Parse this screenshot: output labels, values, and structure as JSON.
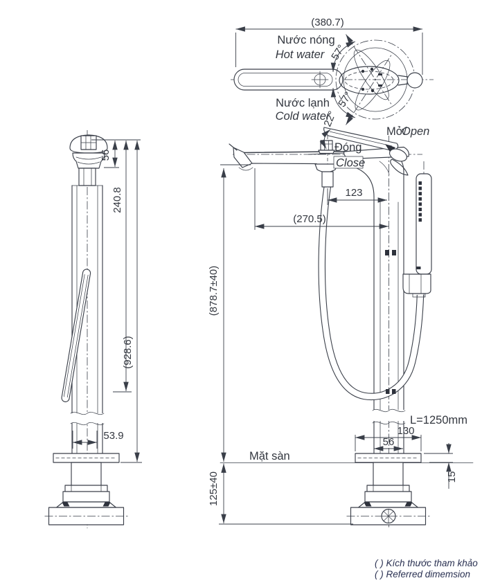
{
  "top_view": {
    "dim_width": "(380.7)",
    "hot_vi": "Nước nóng",
    "hot_en": "Hot water",
    "cold_vi": "Nước lạnh",
    "cold_en": "Cold water",
    "angle_hot": "57°",
    "angle_cold": "57°"
  },
  "handle_states": {
    "open_angle": "22°",
    "open_vi": "Mở/",
    "open_en": "Open",
    "close_vi": "Đóng",
    "close_en": "Close"
  },
  "side_view": {
    "dim_handle": "56",
    "dim_upper": "240.8",
    "dim_total": "(928.6)",
    "dim_base": "53.9"
  },
  "front_view": {
    "dim_spout_center": "123",
    "dim_reach": "(270.5)",
    "dim_height": "(878.7±40)",
    "hose_length": "L=1250mm",
    "dim_flange": "130",
    "dim_pipe": "56",
    "floor_label": "Mặt sàn",
    "dim_below_floor": "125±40",
    "dim_flange_h": "15"
  },
  "footnote": {
    "vi": "( ) Kích thước tham khảo",
    "en": "( ) Referred dimemsion"
  },
  "colors": {
    "line": "#3a3f49",
    "text": "#33373f",
    "note": "#2a3152",
    "bg": "#ffffff"
  }
}
